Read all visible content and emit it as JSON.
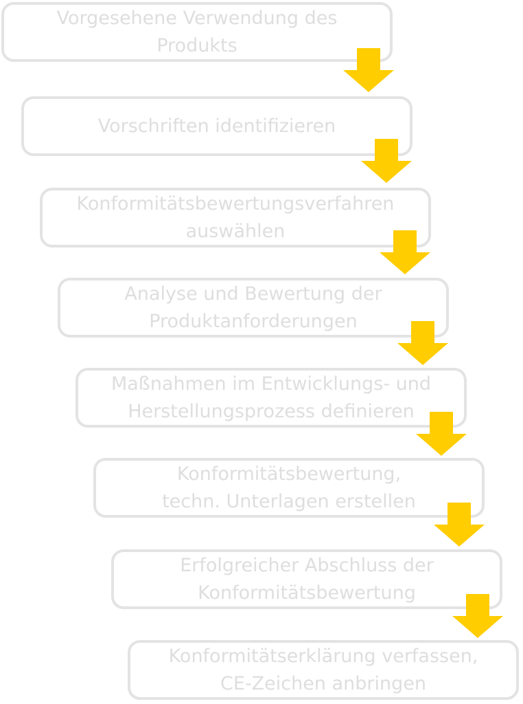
{
  "diagram": {
    "type": "flowchart",
    "direction": "top-to-bottom",
    "connector": "down-arrow",
    "steps": [
      {
        "label": "Vorgesehene Verwendung des\nProdukts"
      },
      {
        "label": "Vorschriften identifizieren"
      },
      {
        "label": "Konformitätsbewertungsverfahren\nauswählen"
      },
      {
        "label": "Analyse und Bewertung der\nProduktanforderungen"
      },
      {
        "label": "Maßnahmen im Entwicklungs- und\nHerstellungsprozess definieren"
      },
      {
        "label": "Konformitätsbewertung,\ntechn. Unterlagen erstellen"
      },
      {
        "label": "Erfolgreicher Abschluss der\nKonformitätsbewertung"
      },
      {
        "label": "Konformitätserklärung verfassen,\nCE-Zeichen anbringen"
      }
    ]
  },
  "theme": {
    "background": "#FFFFFF",
    "arrow_color": "#FFCD00",
    "box_border_color": "#E3E3E3",
    "text_color": "#DEDEDE"
  }
}
